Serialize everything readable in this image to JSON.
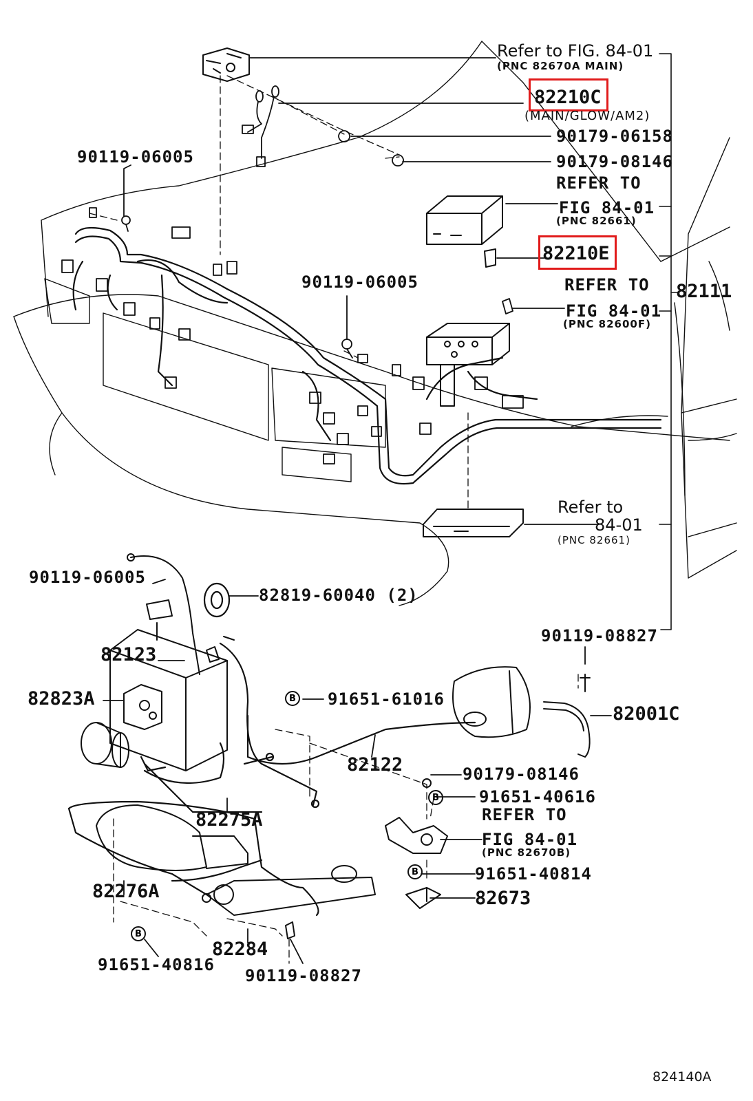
{
  "callouts": {
    "ref_main_top": "Refer to FIG. 84-01",
    "ref_main_top_pnc": "(PNC 82670A MAIN)",
    "part_82210c": "82210C",
    "part_82210c_sub": "(MAIN/GLOW/AM2)",
    "p_90179_06158": "90179-06158",
    "p_90179_08146_top": "90179-08146",
    "refer_to_1": "REFER TO",
    "fig_84_01_a": "FIG 84-01",
    "fig_84_01_a_pnc": "(PNC 82661)",
    "part_82210e": "82210E",
    "refer_to_2": "REFER TO",
    "fig_84_01_b": "FIG 84-01",
    "fig_84_01_b_pnc": "(PNC 82600F)",
    "part_82111": "82111",
    "p_90119_06005_top": "90119-06005",
    "p_90119_06005_mid": "90119-06005",
    "ref_to_lower": "Refer to",
    "ref_to_lower_fig": "84-01",
    "ref_to_lower_pnc": "(PNC 82661)",
    "p_90119_06005_left": "90119-06005",
    "p_82819_60040": "82819-60040 (2)",
    "p_90119_08827_right": "90119-08827",
    "p_82123": "82123",
    "p_82823a": "82823A",
    "p_91651_61016": "91651-61016",
    "p_82001c": "82001C",
    "p_82122": "82122",
    "p_90179_08146_low": "90179-08146",
    "p_91651_40616": "91651-40616",
    "refer_to_3": "REFER TO",
    "fig_84_01_c": "FIG 84-01",
    "fig_84_01_c_pnc": "(PNC 82670B)",
    "p_82275a": "82275A",
    "p_91651_40814": "91651-40814",
    "p_82673": "82673",
    "p_82276a": "82276A",
    "p_82284": "82284",
    "p_91651_40816": "91651-40816",
    "p_90119_08827_bottom": "90119-08827",
    "diagram_code": "824140A",
    "bolt_symbol": "B"
  },
  "colors": {
    "line": "#111111",
    "highlight": "#e11b1b",
    "background": "#ffffff"
  }
}
